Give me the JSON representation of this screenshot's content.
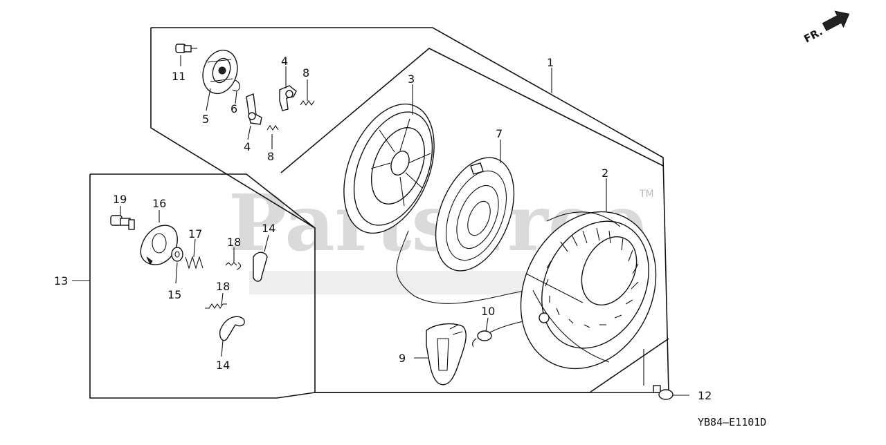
{
  "diagram": {
    "code": "YB84–E1101D",
    "direction_label": "FR.",
    "watermark": {
      "brand": "PartsTree",
      "trademark": "TM"
    },
    "callouts": [
      {
        "id": "c1",
        "text": "1"
      },
      {
        "id": "c2",
        "text": "2"
      },
      {
        "id": "c3",
        "text": "3"
      },
      {
        "id": "c4a",
        "text": "4"
      },
      {
        "id": "c4b",
        "text": "4"
      },
      {
        "id": "c5",
        "text": "5"
      },
      {
        "id": "c6",
        "text": "6"
      },
      {
        "id": "c7",
        "text": "7"
      },
      {
        "id": "c8a",
        "text": "8"
      },
      {
        "id": "c8b",
        "text": "8"
      },
      {
        "id": "c9",
        "text": "9"
      },
      {
        "id": "c10",
        "text": "10"
      },
      {
        "id": "c11",
        "text": "11"
      },
      {
        "id": "c12",
        "text": "12"
      },
      {
        "id": "c13",
        "text": "13"
      },
      {
        "id": "c14a",
        "text": "14"
      },
      {
        "id": "c14b",
        "text": "14"
      },
      {
        "id": "c15",
        "text": "15"
      },
      {
        "id": "c16",
        "text": "16"
      },
      {
        "id": "c17",
        "text": "17"
      },
      {
        "id": "c18a",
        "text": "18"
      },
      {
        "id": "c18b",
        "text": "18"
      },
      {
        "id": "c19",
        "text": "19"
      }
    ]
  }
}
